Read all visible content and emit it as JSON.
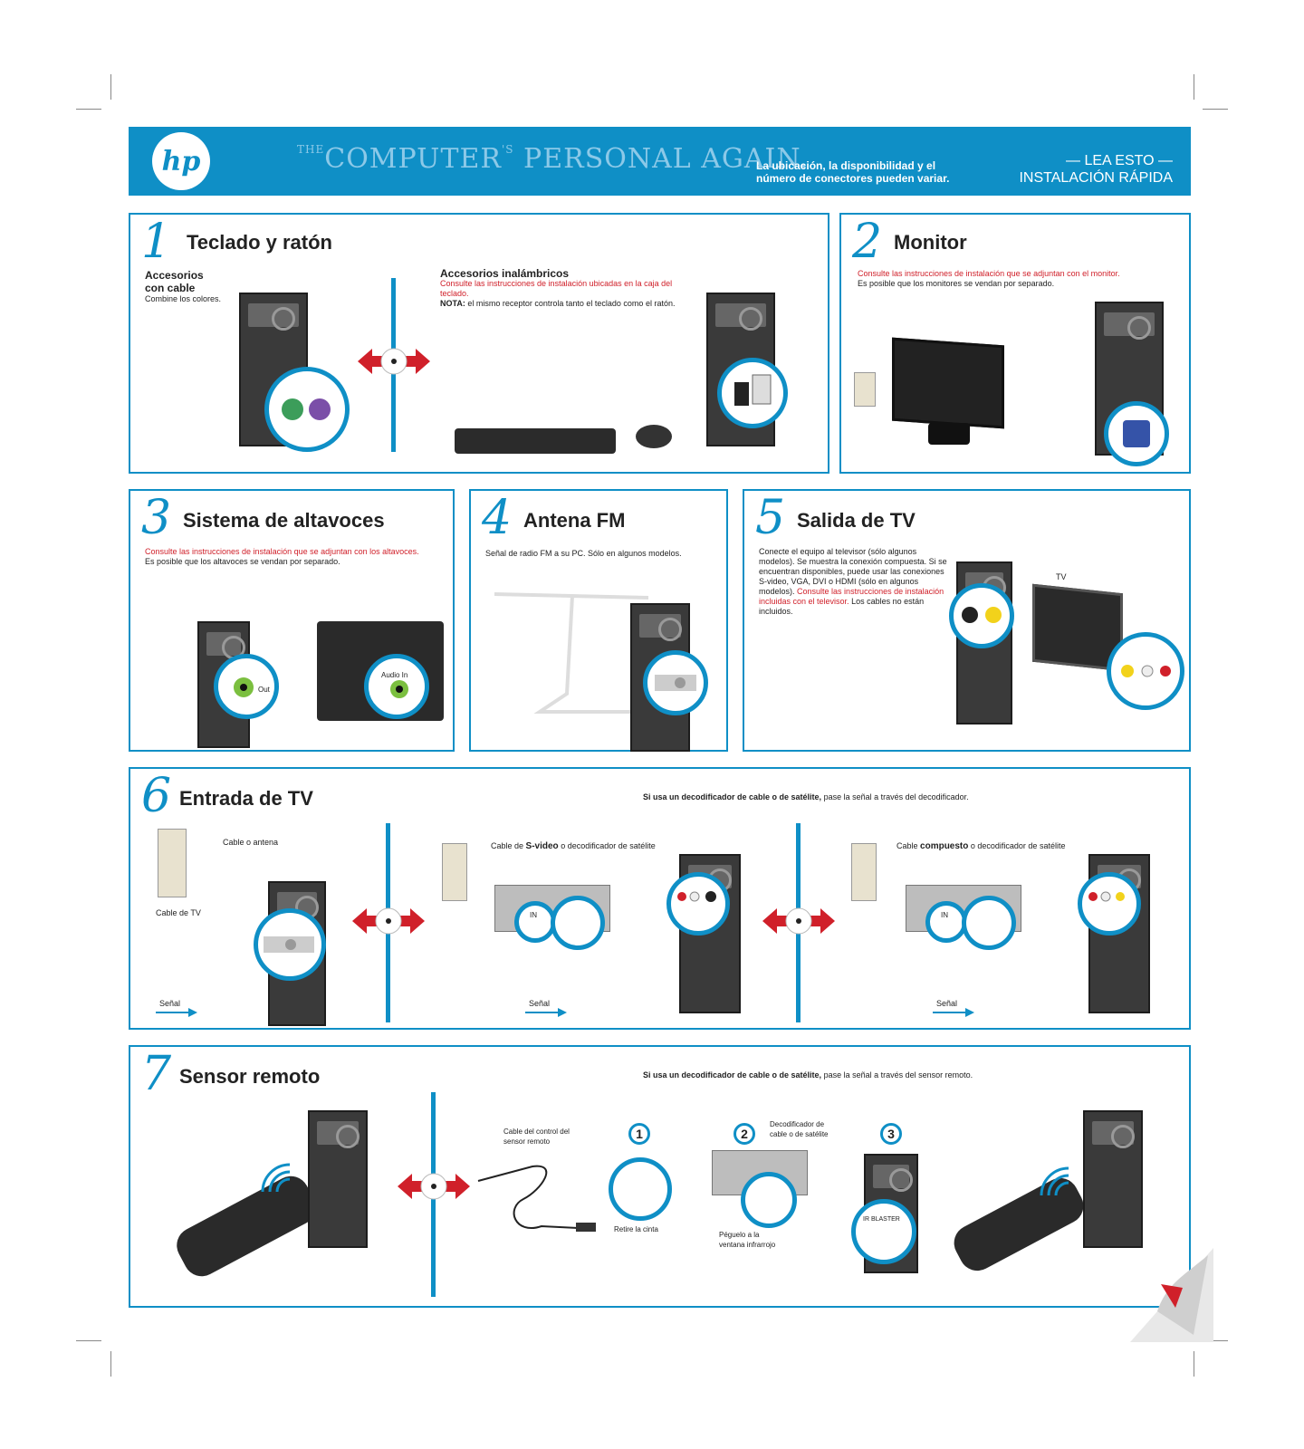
{
  "banner": {
    "logo": "hp",
    "slogan_prefix": "THE",
    "slogan_main": "COMPUTER",
    "slogan_s": "'S",
    "slogan_end": "PERSONAL AGAIN.",
    "note": "La ubicación, la disponibilidad y el número de conectores pueden variar.",
    "right_line1": "— LEA ESTO —",
    "right_line2": "INSTALACIÓN RÁPIDA",
    "color": "#0f8fc6"
  },
  "s1": {
    "num": "1",
    "title": "Teclado y ratón",
    "wired_title": "Accesorios con cable",
    "wired_text": "Combine los colores.",
    "wireless_title": "Accesorios inalámbricos",
    "wireless_red": "Consulte las instrucciones de instalación ubicadas en la caja del teclado.",
    "note_label": "NOTA:",
    "note_text": "el mismo receptor controla tanto el teclado como el ratón."
  },
  "s2": {
    "num": "2",
    "title": "Monitor",
    "red": "Consulte las instrucciones de instalación que se adjuntan con el monitor.",
    "text": "Es posible que los monitores se vendan por separado."
  },
  "s3": {
    "num": "3",
    "title": "Sistema de altavoces",
    "red": "Consulte las instrucciones de instalación que se adjuntan con los altavoces.",
    "text": "Es posible que los altavoces se vendan por separado.",
    "out": "Out",
    "audio_in": "Audio In"
  },
  "s4": {
    "num": "4",
    "title": "Antena FM",
    "text": "Señal de radio FM a su PC. Sólo en algunos modelos."
  },
  "s5": {
    "num": "5",
    "title": "Salida de TV",
    "text": "Conecte el equipo al televisor (sólo algunos modelos). Se muestra la conexión compuesta. Si se encuentran disponibles, puede usar las conexiones S-video, VGA, DVI o HDMI (sólo en algunos modelos).",
    "red": "Consulte las instrucciones de instalación incluidas con el televisor.",
    "text2": "Los cables no están incluidos.",
    "tv": "TV"
  },
  "s6": {
    "num": "6",
    "title": "Entrada de TV",
    "note_bold": "Si usa un decodificador de cable o de satélite,",
    "note_text": "pase la señal a través del decodificador.",
    "cable_antena": "Cable o antena",
    "cable_tv": "Cable de TV",
    "svideo_pre": "Cable de",
    "svideo_bold": "S-video",
    "svideo_post": "o decodificador de satélite",
    "comp_pre": "Cable",
    "comp_bold": "compuesto",
    "comp_post": "o decodificador de satélite",
    "signal": "Señal",
    "in": "IN"
  },
  "s7": {
    "num": "7",
    "title": "Sensor remoto",
    "note_bold": "Si usa un decodificador de cable o de satélite,",
    "note_text": "pase la señal a través del sensor remoto.",
    "cable_label": "Cable del control del sensor remoto",
    "step1": "1",
    "step2": "2",
    "step3": "3",
    "decoder": "Decodificador de cable o de satélite",
    "remove_tape": "Retire la cinta",
    "stick": "Péguelo a la ventana infrarrojo",
    "ir": "IR BLASTER"
  }
}
